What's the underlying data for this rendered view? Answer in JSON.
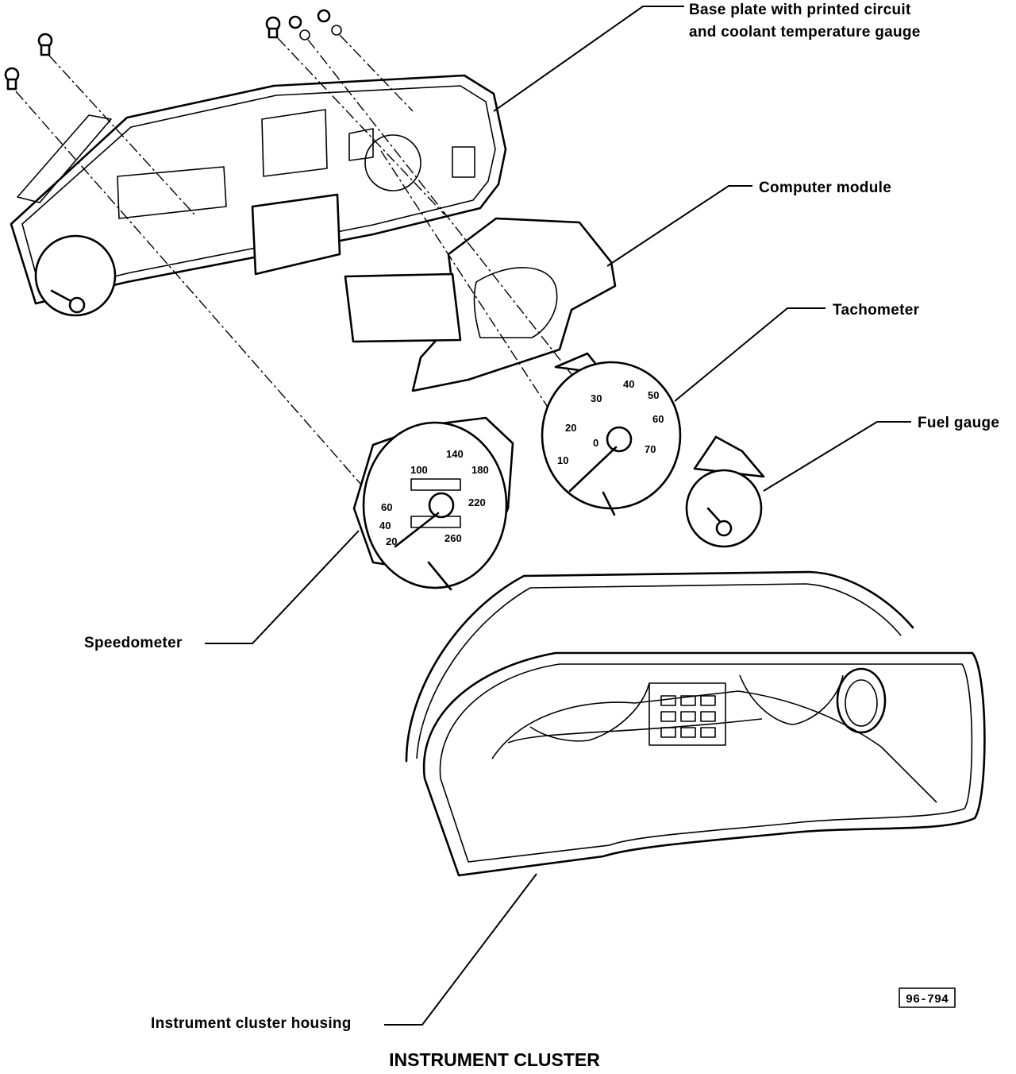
{
  "callouts": {
    "base_plate": [
      "Base plate with printed circuit",
      "and coolant temperature gauge"
    ],
    "computer_module": "Computer module",
    "tachometer": "Tachometer",
    "fuel_gauge": "Fuel gauge",
    "speedometer": "Speedometer",
    "housing": "Instrument cluster housing"
  },
  "figure_ref": "96-794",
  "caption": "INSTRUMENT CLUSTER",
  "speedometer_ticks": [
    "20",
    "40",
    "60",
    "100",
    "140",
    "180",
    "220",
    "260"
  ],
  "tachometer_ticks": [
    "0",
    "10",
    "20",
    "30",
    "40",
    "50",
    "60",
    "70"
  ]
}
